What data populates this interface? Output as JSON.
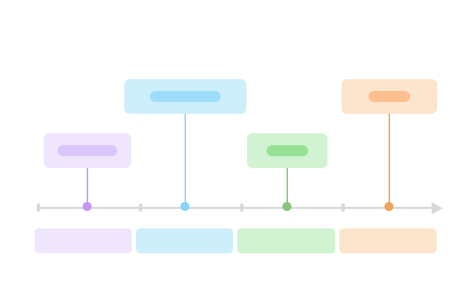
{
  "colors": {
    "axis": "#d5dadf",
    "purple": {
      "card": "#efe6fd",
      "pill": "#dbc6fb",
      "line": "#c497f4"
    },
    "blue": {
      "card": "#cdeefb",
      "pill": "#9dddfa",
      "line": "#88d4f8"
    },
    "green": {
      "card": "#d1f3d1",
      "pill": "#97e196",
      "line": "#86c67c"
    },
    "orange": {
      "card": "#fde5cd",
      "pill": "#fcc08e",
      "line": "#f0a25a"
    }
  },
  "events": [
    {
      "id": "event-1",
      "color": "purple",
      "label": ""
    },
    {
      "id": "event-2",
      "color": "blue",
      "label": ""
    },
    {
      "id": "event-3",
      "color": "green",
      "label": ""
    },
    {
      "id": "event-4",
      "color": "orange",
      "label": ""
    }
  ],
  "periods": [
    {
      "id": "period-1",
      "color": "purple",
      "label": ""
    },
    {
      "id": "period-2",
      "color": "blue",
      "label": ""
    },
    {
      "id": "period-3",
      "color": "green",
      "label": ""
    },
    {
      "id": "period-4",
      "color": "orange",
      "label": ""
    }
  ]
}
